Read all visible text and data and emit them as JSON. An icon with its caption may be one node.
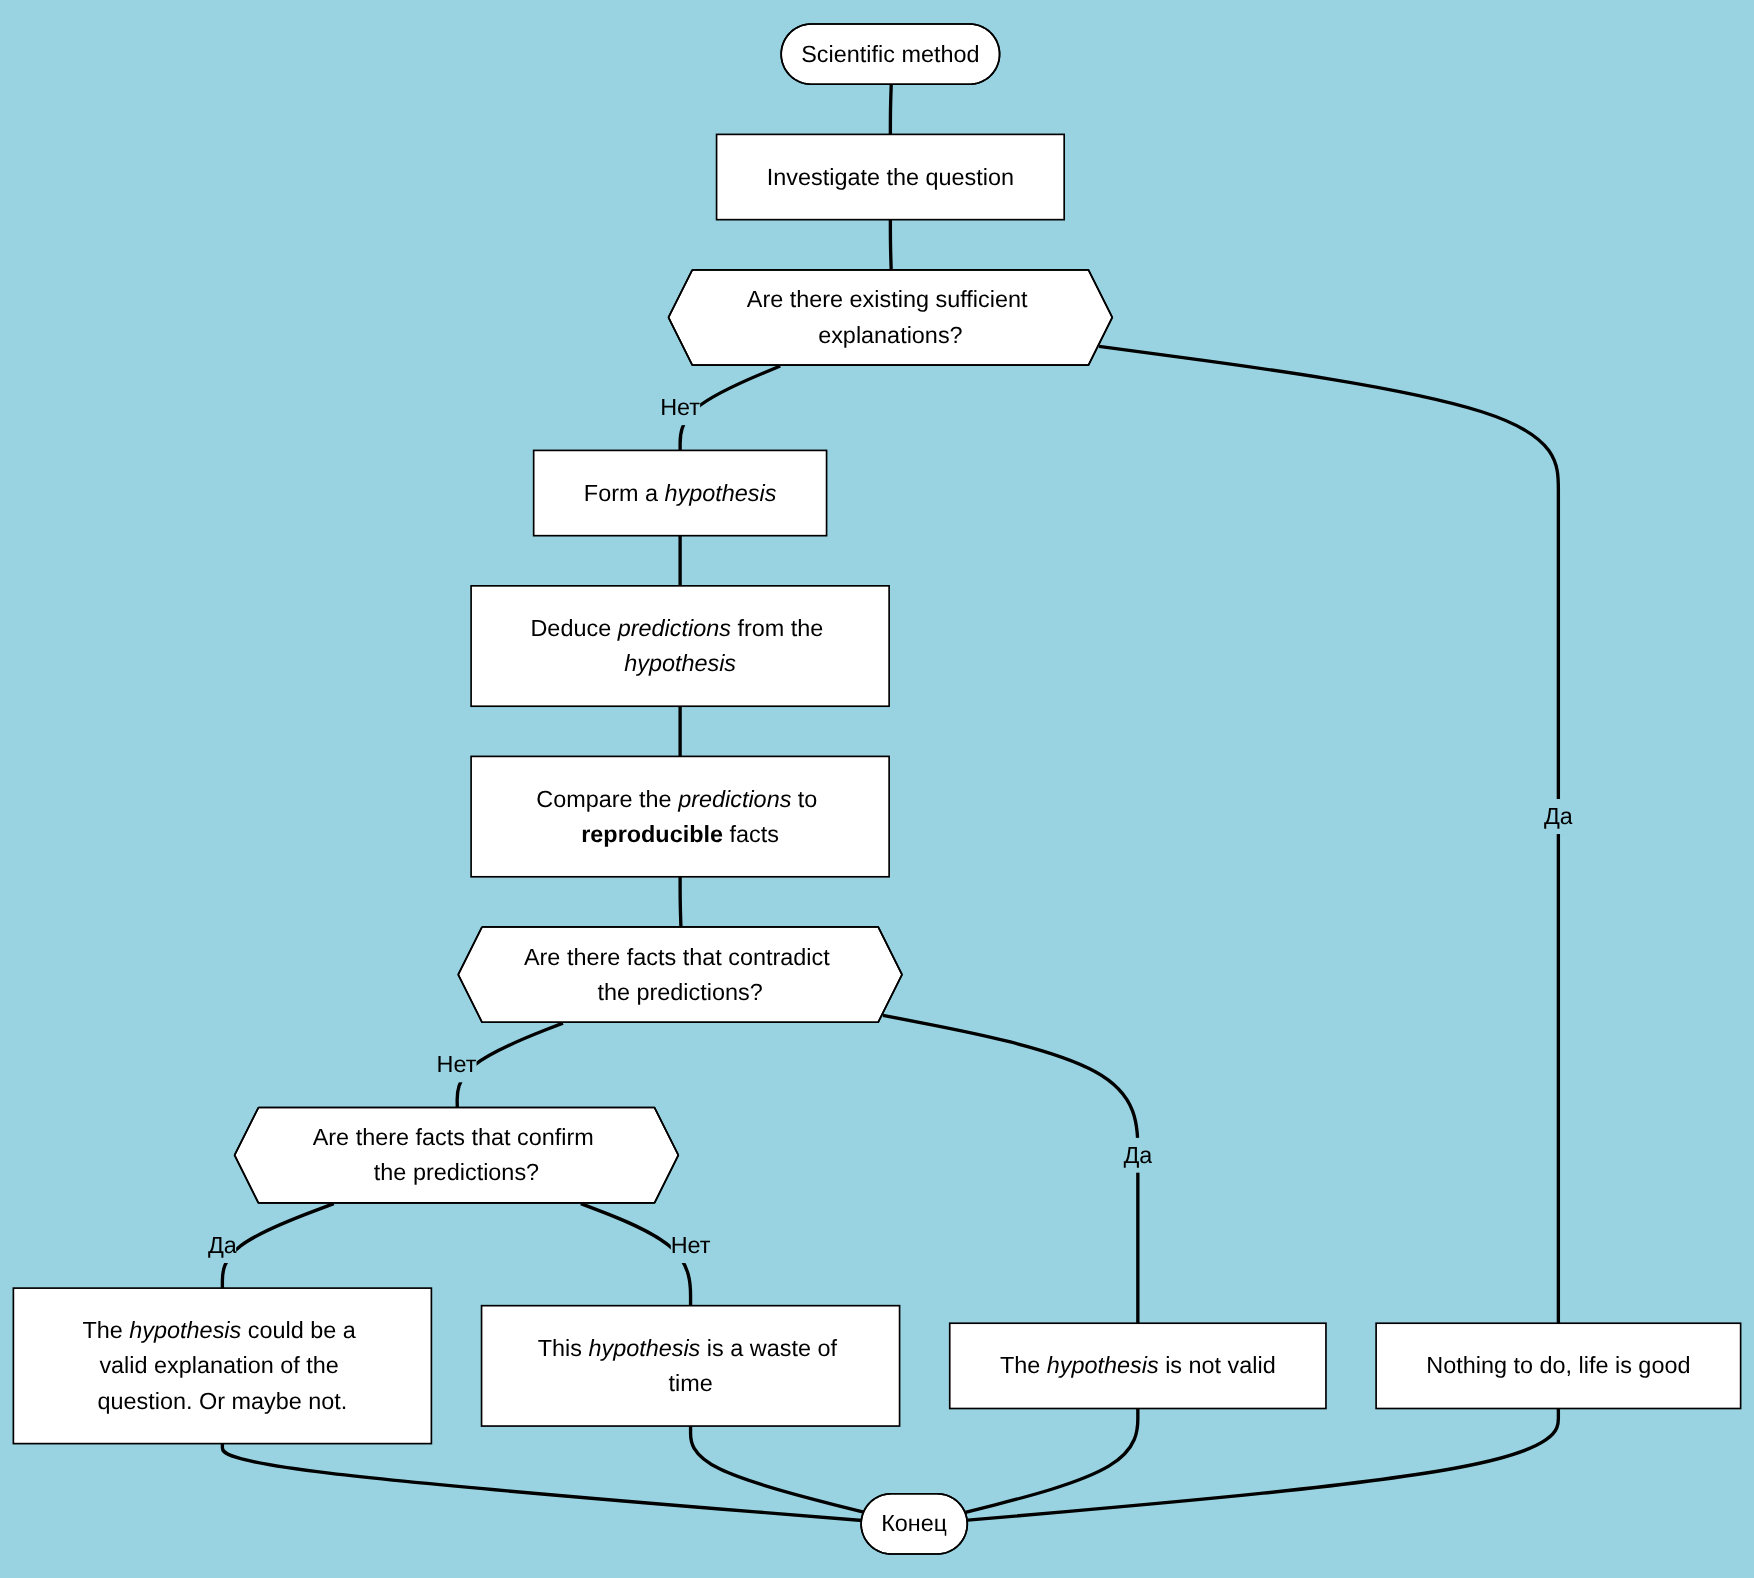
{
  "diagram": {
    "nodes": [
      {
        "text": [
          "Scientific method"
        ]
      },
      {
        "text": [
          "Investigate the question"
        ]
      },
      {
        "text": [
          "Are there existing sufficient explanations?"
        ]
      },
      {
        "text": [
          "Form a *hypothesis*"
        ]
      },
      {
        "text": [
          "Deduce *predictions* from the *hypothesis*"
        ]
      },
      {
        "text": [
          "Compare the *predictions* to **reproducible** facts"
        ]
      },
      {
        "text": [
          "Are there facts that contradict the predictions?"
        ]
      },
      {
        "text": [
          "Are there facts that confirm the predictions?"
        ]
      },
      {
        "text": [
          "The *hypothesis* could be a valid explanation of the question. Or maybe not."
        ]
      },
      {
        "text": [
          "This *hypothesis* is a waste of time"
        ]
      },
      {
        "text": [
          "The *hypothesis* is not valid"
        ]
      },
      {
        "text": [
          "Nothing to do, life is good"
        ]
      },
      {
        "text": [
          "Конец"
        ]
      }
    ],
    "edges": [
      {
        "from": 0,
        "to": 1,
        "arrow": "none"
      },
      {
        "from": 1,
        "to": 2,
        "arrow": "none"
      },
      {
        "from": 2,
        "to": 3,
        "arrow": "none",
        "label": "Нет"
      },
      {
        "from": 2,
        "to": 11,
        "arrow": "none",
        "label": "Да"
      },
      {
        "from": 3,
        "to": 4,
        "arrow": "none"
      },
      {
        "from": 4,
        "to": 5,
        "arrow": "none"
      },
      {
        "from": 5,
        "to": 6,
        "arrow": "none"
      },
      {
        "from": 6,
        "to": 7,
        "arrow": "none",
        "label": "Нет"
      },
      {
        "from": 6,
        "to": 10,
        "arrow": "none",
        "label": "Да"
      },
      {
        "from": 7,
        "to": 8,
        "arrow": "none",
        "label": "Да"
      },
      {
        "from": 7,
        "to": 9,
        "arrow": "none",
        "label": "Нет"
      },
      {
        "from": 8,
        "to": 12,
        "arrow": "none"
      },
      {
        "from": 9,
        "to": 12,
        "arrow": "none"
      },
      {
        "from": 10,
        "to": 12,
        "arrow": "none"
      },
      {
        "from": 11,
        "to": 12,
        "arrow": "none"
      }
    ]
  }
}
